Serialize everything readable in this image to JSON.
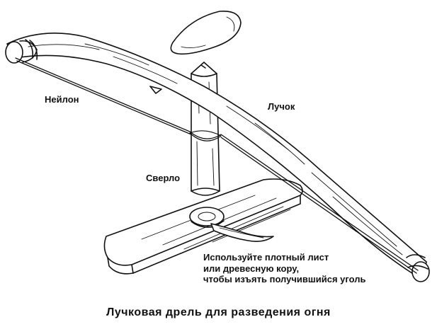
{
  "labels": {
    "nylon": "Нейлон",
    "bow": "Лучок",
    "drill": "Сверло"
  },
  "note_lines": [
    "Используйте плотный лист",
    "или древесную кору,",
    "чтобы изъять получившийся уголь"
  ],
  "caption": "Лучковая дрель для разведения огня",
  "colors": {
    "ink": "#111111",
    "paper": "#ffffff"
  }
}
